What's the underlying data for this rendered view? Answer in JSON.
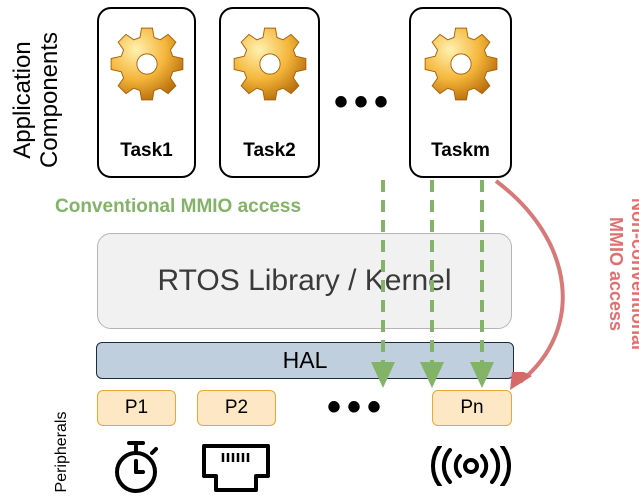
{
  "side_labels": {
    "application_line1": "Application",
    "application_line2": "Components",
    "peripherals": "Peripherals"
  },
  "tasks": [
    {
      "label": "Task1"
    },
    {
      "label": "Task2"
    },
    {
      "label": "Taskm"
    }
  ],
  "ellipsis_tasks": "•••",
  "ellipsis_peripherals": "•••",
  "conventional_access": {
    "label": "Conventional MMIO access",
    "color": "#82b366"
  },
  "non_conventional_access": {
    "line1": "Non-conventional",
    "line2": "MMIO access",
    "color": "#e07070"
  },
  "rtos_label": "RTOS Library / Kernel",
  "hal_label": "HAL",
  "peripherals": [
    {
      "label": "P1",
      "icon": "stopwatch-icon"
    },
    {
      "label": "P2",
      "icon": "ethernet-port-icon"
    },
    {
      "label": "Pn",
      "icon": "radio-waves-icon"
    }
  ],
  "colors": {
    "gear": "#f2b53a",
    "hal_fill": "#bfcfdd",
    "peripheral_fill": "#fde7c4",
    "peripheral_border": "#e7a93a",
    "rtos_fill": "#f1f1f1"
  }
}
